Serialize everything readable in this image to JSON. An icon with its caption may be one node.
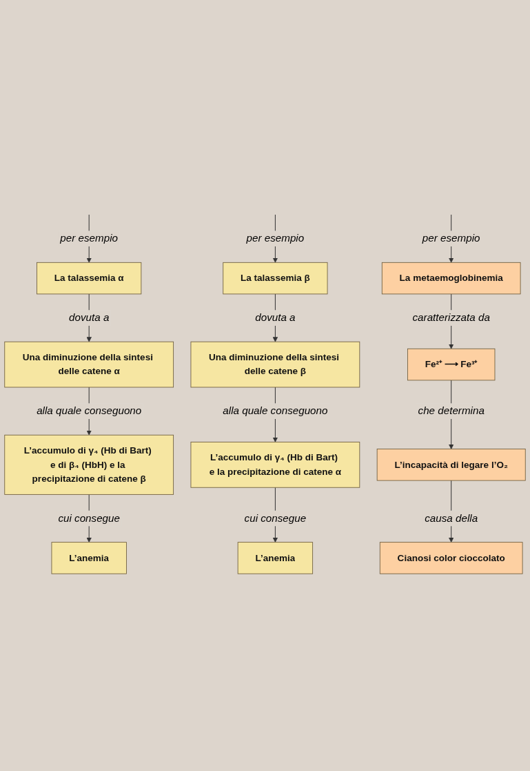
{
  "diagram": {
    "nodes": [
      {
        "text": [
          "La talassemia α"
        ]
      },
      {
        "text": [
          "Una diminuzione della sintesi delle catene α"
        ]
      },
      {
        "text": [
          "L’accumulo di γ₄ (Hb di Bart) e di β₄ (HbH) e la precipitazione di catene β"
        ]
      },
      {
        "text": [
          "L’anemia"
        ]
      },
      {
        "text": [
          "La talassemia β"
        ]
      },
      {
        "text": [
          "Una diminuzione della sintesi delle catene β"
        ]
      },
      {
        "text": [
          "L’accumulo di γ₄ (Hb di Bart) e la precipitazione di catene α"
        ]
      },
      {
        "text": [
          "L’anemia"
        ]
      },
      {
        "text": [
          "La metaemoglobinemia"
        ]
      },
      {
        "text": [
          "Fe²⁺ ⟶ Fe³⁺"
        ]
      },
      {
        "text": [
          "L’incapacità di legare l’O₂"
        ]
      },
      {
        "text": [
          "Cianosi color cioccolato"
        ]
      }
    ],
    "edges": [
      {
        "from": null,
        "to": 0,
        "arrow": "to",
        "label": "per esempio"
      },
      {
        "from": 0,
        "to": 1,
        "arrow": "to",
        "label": "dovuta a"
      },
      {
        "from": 1,
        "to": 2,
        "arrow": "to",
        "label": "alla quale conseguono"
      },
      {
        "from": 2,
        "to": 3,
        "arrow": "to",
        "label": "cui consegue"
      },
      {
        "from": null,
        "to": 4,
        "arrow": "to",
        "label": "per esempio"
      },
      {
        "from": 4,
        "to": 5,
        "arrow": "to",
        "label": "dovuta a"
      },
      {
        "from": 5,
        "to": 6,
        "arrow": "to",
        "label": "alla quale conseguono"
      },
      {
        "from": 6,
        "to": 7,
        "arrow": "to",
        "label": "cui consegue"
      },
      {
        "from": null,
        "to": 8,
        "arrow": "to",
        "label": "per esempio"
      },
      {
        "from": 8,
        "to": 9,
        "arrow": "to",
        "label": "caratterizzata da"
      },
      {
        "from": 9,
        "to": 10,
        "arrow": "to",
        "label": "che determina"
      },
      {
        "from": 10,
        "to": 11,
        "arrow": "to",
        "label": "causa della"
      }
    ]
  }
}
